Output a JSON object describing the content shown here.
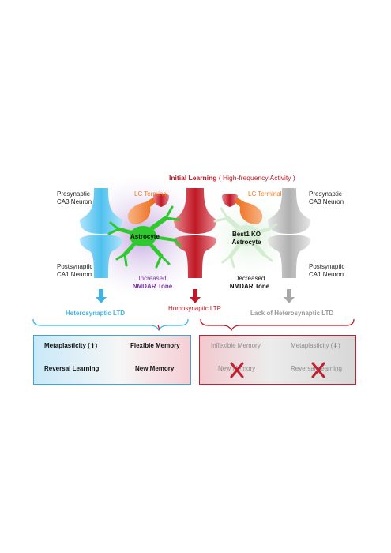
{
  "header": {
    "initial_learning": "Initial Learning",
    "high_frequency": "( High-frequency Activity )"
  },
  "left": {
    "presynaptic": [
      "Presynaptic",
      "CA3 Neuron"
    ],
    "postsynaptic": [
      "Postsynaptic",
      "CA1 Neuron"
    ],
    "lc_terminal": "LC Terminal",
    "astrocyte": "Astrocyte",
    "tone": [
      "Increased",
      "NMDAR Tone"
    ],
    "outcome": "Heterosynaptic LTD"
  },
  "center": {
    "outcome": "Homosynaptic LTP"
  },
  "right": {
    "presynaptic": [
      "Presynaptic",
      "CA3 Neuron"
    ],
    "postsynaptic": [
      "Postsynaptic",
      "CA1 Neuron"
    ],
    "lc_terminal": "LC Terminal",
    "astrocyte": [
      "Best1 KO",
      "Astrocyte"
    ],
    "tone": [
      "Decreased",
      "NMDAR Tone"
    ],
    "outcome": "Lack of Heterosynaptic LTD"
  },
  "box_left": {
    "metaplasticity": "Metaplasticity (⬆)",
    "flexible_memory": "Flexible Memory",
    "reversal_learning": "Reversal Learning",
    "new_memory": "New Memory"
  },
  "box_right": {
    "inflexible_memory": "Inflexible Memory",
    "metaplasticity": "Metaplasticity (⬇)",
    "new_memory": "New Memory",
    "reversal_learning": "Reversal Learning"
  },
  "colors": {
    "blue": "#3fb3e8",
    "red": "#c01826",
    "green": "#2fc82f",
    "orange": "#f07a20",
    "purple": "#7a3aa0",
    "gray": "#a8a8a8"
  }
}
